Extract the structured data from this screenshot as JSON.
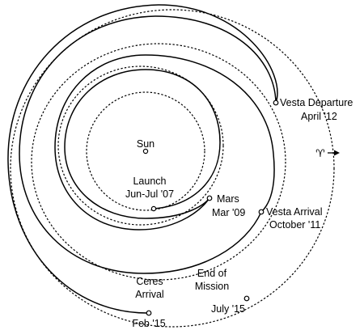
{
  "labels": {
    "sun": "Sun",
    "launch_line1": "Launch",
    "launch_line2": "Jun-Jul '07",
    "mars_line1": "Mars",
    "mars_line2": "Mar '09",
    "vesta_arrival_line1": "Vesta Arrival",
    "vesta_arrival_line2": "October '11",
    "vesta_departure_line1": "Vesta Departure",
    "vesta_departure_line2": "April '12",
    "ceres_line1": "Ceres",
    "ceres_line2": "Arrival",
    "ceres_line3": "Feb '15",
    "end_line1": "End of",
    "end_line2": "Mission",
    "end_line3": "July '15",
    "vernal_equinox_symbol": "♈"
  },
  "icons": {
    "vernal_equinox": "aries-symbol",
    "direction": "arrow-right-icon"
  },
  "colors": {
    "ink": "#000000",
    "background": "#ffffff"
  }
}
